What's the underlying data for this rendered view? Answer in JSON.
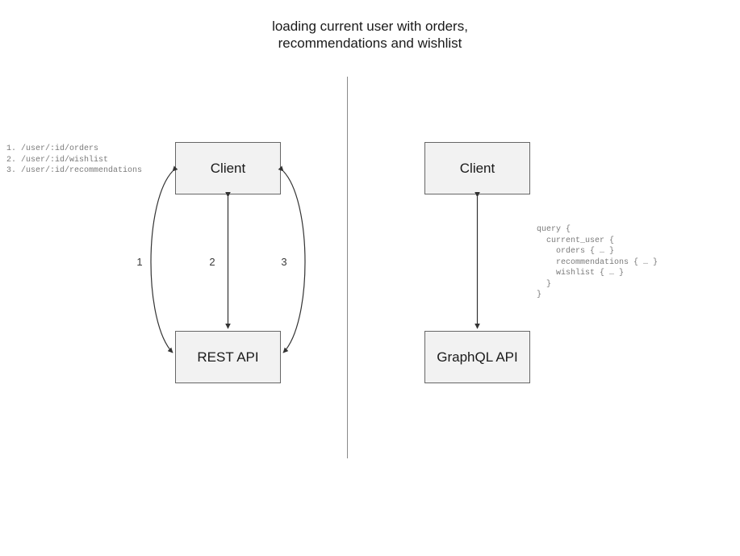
{
  "title": "loading current user with orders,\nrecommendations and wishlist",
  "divider": {
    "name": "vertical-divider",
    "color": "#8a8a8a"
  },
  "rest_side": {
    "client_box": "Client",
    "api_box": "REST API",
    "endpoint_list": "1. /user/:id/orders\n2. /user/:id/wishlist\n3. /user/:id/recommendations",
    "arrow_labels": [
      "1",
      "2",
      "3"
    ]
  },
  "graphql_side": {
    "client_box": "Client",
    "api_box": "GraphQL API",
    "query": "query {\n  current_user {\n    orders { … }\n    recommendations { … }\n    wishlist { … }\n  }\n}"
  },
  "colors": {
    "box_fill": "#f2f2f2",
    "box_border": "#666666",
    "text": "#1a1a1a",
    "code_text": "#7a7a7a",
    "arrow": "#333333"
  }
}
